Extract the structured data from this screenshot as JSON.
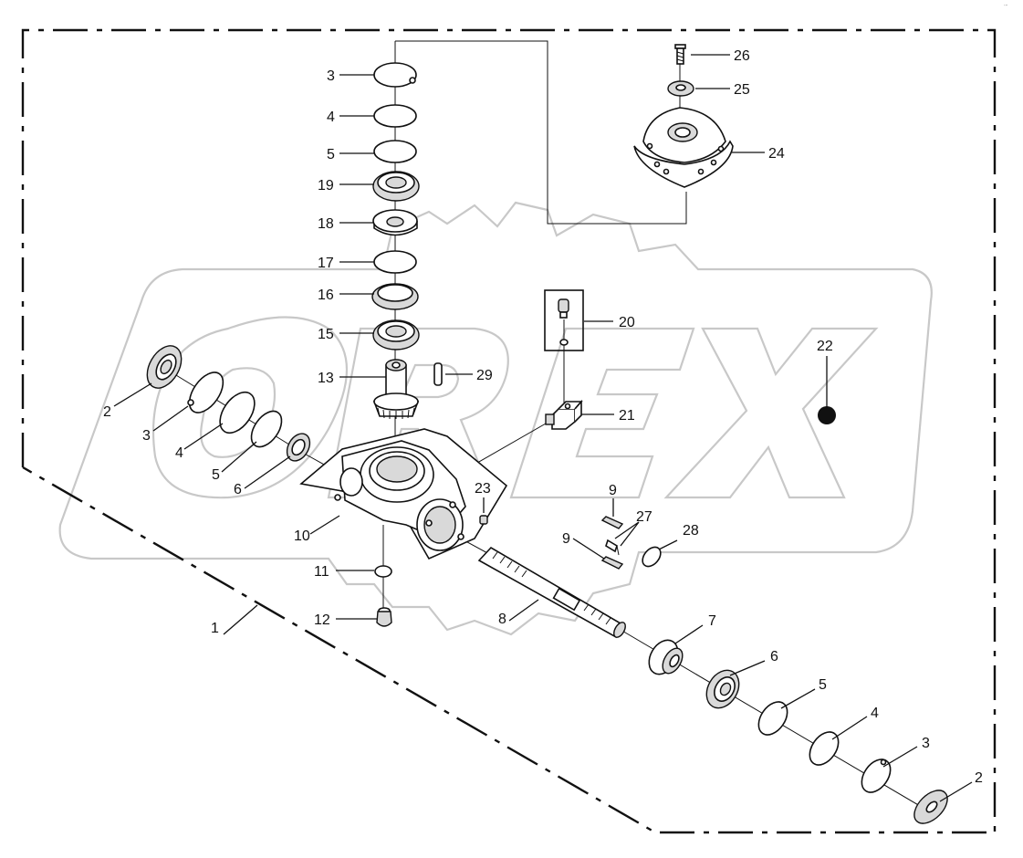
{
  "watermark": {
    "text": "OREX",
    "color": "#c8c8c8"
  },
  "corner_mark": "′″",
  "callouts": {
    "c1": "1",
    "c2a": "2",
    "c2b": "2",
    "c3a": "3",
    "c3b": "3",
    "c3c": "3",
    "c4a": "4",
    "c4b": "4",
    "c4c": "4",
    "c5a": "5",
    "c5b": "5",
    "c5c": "5",
    "c6a": "6",
    "c6b": "6",
    "c7": "7",
    "c8": "8",
    "c9a": "9",
    "c9b": "9",
    "c10": "10",
    "c11": "11",
    "c12": "12",
    "c13": "13",
    "c15": "15",
    "c16": "16",
    "c17": "17",
    "c18": "18",
    "c19": "19",
    "c20": "20",
    "c21": "21",
    "c22": "22",
    "c23": "23",
    "c24": "24",
    "c25": "25",
    "c26": "26",
    "c27": "27",
    "c28": "28",
    "c29": "29"
  }
}
